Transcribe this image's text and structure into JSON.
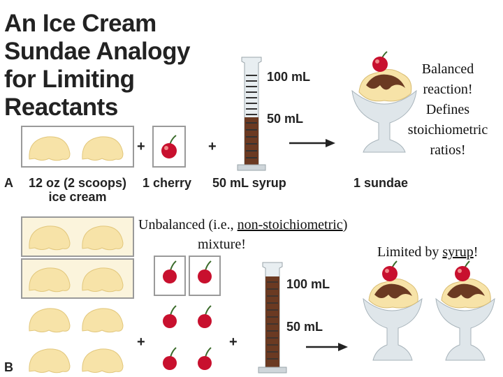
{
  "title": {
    "line1": "An Ice Cream",
    "line2": "Sundae Analogy",
    "line3": "for Limiting",
    "line4": "Reactants"
  },
  "panel_a": {
    "marker": "A",
    "ice_cream_label_1": "12 oz (2 scoops)",
    "ice_cream_label_2": "ice cream",
    "cherry_label": "1 cherry",
    "syrup_label": "50 mL syrup",
    "sundae_label": "1 sundae",
    "cylinder_top_mark": "100 mL",
    "cylinder_mid_mark": "50 mL",
    "plus": "+",
    "note": [
      "Balanced",
      "reaction!",
      "Defines",
      "stoichiometric",
      "ratios!"
    ]
  },
  "panel_b": {
    "marker": "B",
    "cylinder_top_mark": "100 mL",
    "cylinder_mid_mark": "50 mL",
    "plus": "+",
    "note_unbalanced_pre": "Unbalanced (i.e., ",
    "note_unbalanced_link": "non-stoichiometric",
    "note_unbalanced_post": ")",
    "note_unbalanced_line2": "mixture!",
    "note_limited_pre": "Limited by ",
    "note_limited_link": "syrup",
    "note_limited_post": "!"
  },
  "colors": {
    "ice_cream": "#f7e3a8",
    "box_fill": "#fbf4dc",
    "cherry": "#c8102e",
    "syrup": "#6b3a22",
    "glass": "#dfe6ea"
  }
}
